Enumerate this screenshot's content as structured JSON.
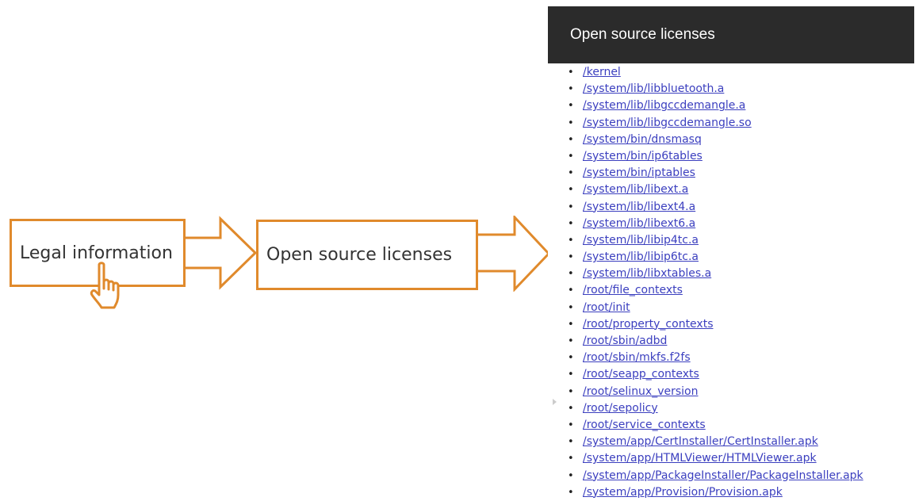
{
  "flow": {
    "step1_label": "Legal information",
    "step2_label": "Open source licenses"
  },
  "colors": {
    "flow_accent": "#e08a2c",
    "header_bg": "#2b2b2b",
    "link": "#3b3fbf"
  },
  "panel": {
    "title": "Open source licenses",
    "licenses": [
      "/kernel",
      "/system/lib/libbluetooth.a",
      "/system/lib/libgccdemangle.a",
      "/system/lib/libgccdemangle.so",
      "/system/bin/dnsmasq",
      "/system/bin/ip6tables",
      "/system/bin/iptables",
      "/system/lib/libext.a",
      "/system/lib/libext4.a",
      "/system/lib/libext6.a",
      "/system/lib/libip4tc.a",
      "/system/lib/libip6tc.a",
      "/system/lib/libxtables.a",
      "/root/file_contexts",
      "/root/init",
      "/root/property_contexts",
      "/root/sbin/adbd",
      "/root/sbin/mkfs.f2fs",
      "/root/seapp_contexts",
      "/root/selinux_version",
      "/root/sepolicy",
      "/root/service_contexts",
      "/system/app/CertInstaller/CertInstaller.apk",
      "/system/app/HTMLViewer/HTMLViewer.apk",
      "/system/app/PackageInstaller/PackageInstaller.apk",
      "/system/app/Provision/Provision.apk"
    ]
  },
  "icons": {
    "hand": "pointing-hand-icon"
  }
}
